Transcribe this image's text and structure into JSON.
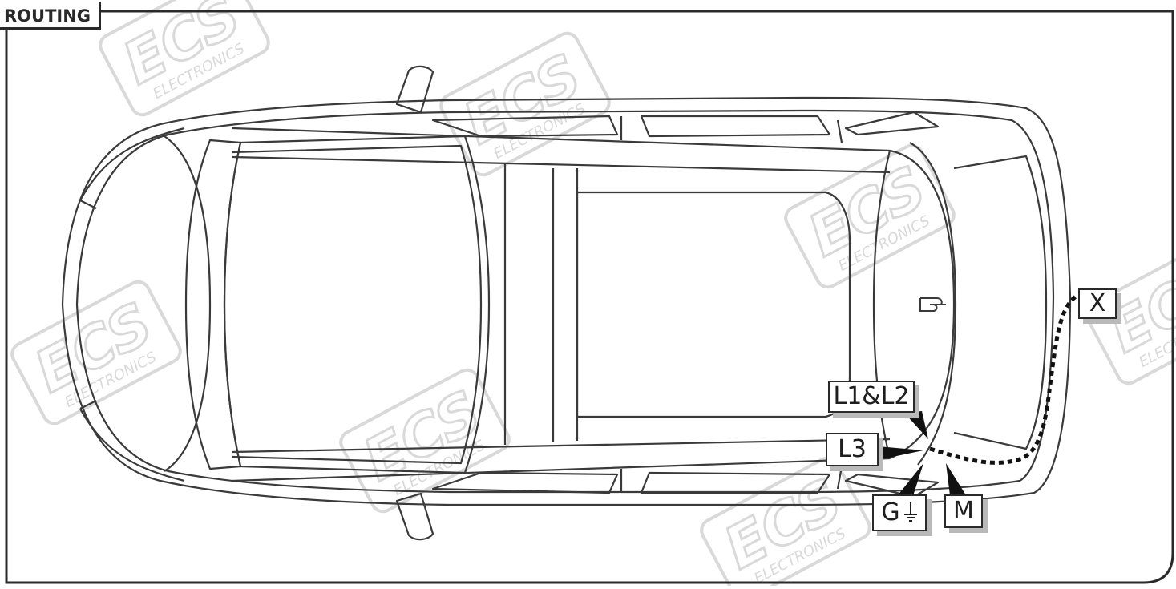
{
  "title": "ROUTING",
  "watermark": {
    "brand": "ECS",
    "subtitle": "ELECTRONICS"
  },
  "labels": {
    "connector_x": "X",
    "lights_l1_l2": "L1&L2",
    "light_l3": "L3",
    "ground_g": "G",
    "module_m": "M"
  },
  "icons": {
    "ground": "ground-icon",
    "pointer": "pointing-hand-icon"
  },
  "colors": {
    "line": "#2a2a2a",
    "shadow": "#b9b9b9",
    "watermark": "#d9d9d9",
    "background": "#ffffff"
  }
}
